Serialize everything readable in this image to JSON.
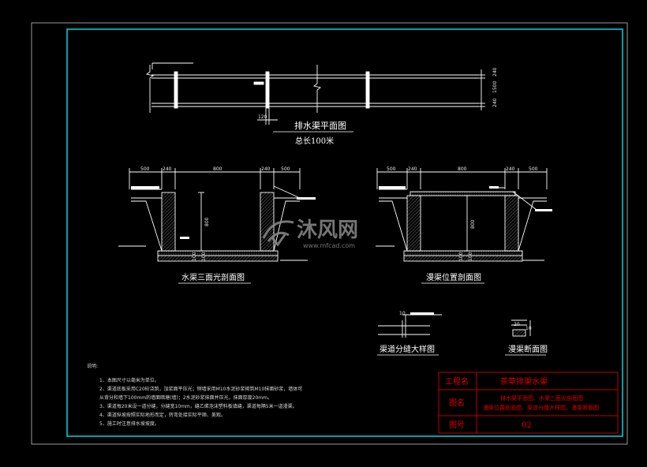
{
  "views": {
    "plan": {
      "title": "排水渠平面图",
      "subtitle": "总长100米",
      "dims_right": [
        "240",
        "1500",
        "240"
      ],
      "dim_bottom": "120"
    },
    "section_three": {
      "title": "水渠三面光剖面图",
      "dims_top": [
        "500",
        "240",
        "800",
        "240",
        "500"
      ],
      "dim_height": "800",
      "dim_base": [
        "100",
        "100"
      ]
    },
    "section_grate": {
      "title": "漫渠位置剖面图",
      "dims_top": [
        "500",
        "240",
        "800",
        "240",
        "500"
      ],
      "dim_height": "800",
      "dim_base": [
        "100",
        "100"
      ]
    },
    "joint_detail": {
      "title": "渠道分缝大样图",
      "dim": "10"
    },
    "grate_section": {
      "title": "漫渠断面图",
      "dims": [
        "20",
        "10"
      ]
    }
  },
  "notes": {
    "heading": "说明:",
    "lines": [
      "1、本图尺寸以毫米为单位。",
      "2、渠道底板采用C20砼浇筑，加浆面平压光；侧墙采用M10水泥砂浆砌筑M10抹面砂浆，墙体可",
      "   从背分和墙下100mm的墙面暗塘(墙)；2水泥砂浆抹面并压光，抹面厚度20mm。",
      "3、渠道每20米设一道分缝，分缝宽10mm，缝乙烯泡沫塑料板填缝，渠道每隔5米一道漫渠。",
      "4、渠道纵坡按照实际地形而定，转弯处接实际平顺、美观。",
      "5、施工时注意排水坡坡度。"
    ]
  },
  "title_block": {
    "project_label": "工程名",
    "project_value": "茶草排渠水渠",
    "drawing_label": "图名",
    "drawing_value_lines": [
      "排水渠平面图、水渠三面光剖面图",
      "漫渠位置剖面图、渠道分缝大样图、漫渠断面图"
    ],
    "number_label": "图号",
    "number_value": "02"
  },
  "watermark": {
    "brand": "沐风网",
    "url": "www.mfcad.com"
  },
  "colors": {
    "background": "#000000",
    "frame_outer": "#9a9a9a",
    "frame_inner": "#00c8d8",
    "linework": "#ffffff",
    "title_block_text": "#e00000",
    "title_block_border": "#c00000"
  }
}
